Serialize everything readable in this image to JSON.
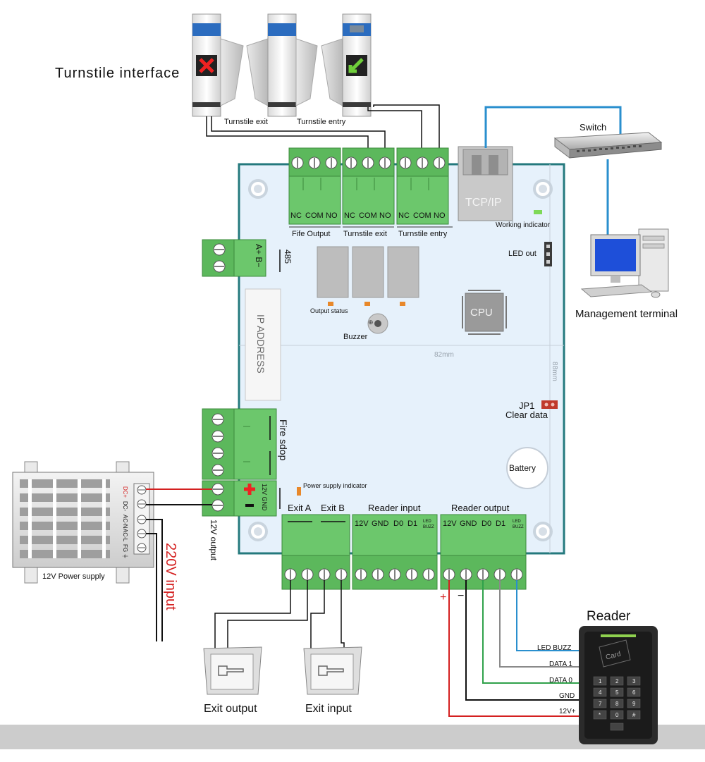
{
  "title": "Turnstile interface",
  "turnstile": {
    "exit_label": "Turnstile exit",
    "entry_label": "Turnstile entry"
  },
  "board": {
    "terminal_labels": [
      "NC",
      "COM",
      "NO"
    ],
    "fire_output_caption": "Fife Output",
    "turnstile_exit_caption": "Turnstile exit",
    "turnstile_entry_caption": "Turnstile entry",
    "tcpip": "TCP/IP",
    "working_indicator": "Working indicator",
    "led_out": "LED out",
    "rs485_pins": "A+ B−",
    "rs485_label": "485",
    "output_status": "Output status",
    "cpu": "CPU",
    "buzzer": "Buzzer",
    "ip_address": "IP ADDRESS",
    "width_dim": "82mm",
    "height_dim": "88mm",
    "jp1": "JP1",
    "clear_data": "Clear data",
    "battery": "Battery",
    "fire_stop": "Fire   sdop",
    "power_pins": "12V  GND",
    "power_indicator": "Power supply indicator",
    "output_12v": "12V output",
    "exit_a": "Exit A",
    "exit_b": "Exit B",
    "reader_input": "Reader input",
    "reader_output": "Reader output",
    "reader_pins": [
      "12V",
      "GND",
      "D0",
      "D1"
    ],
    "led_buzz": [
      "LED",
      "BUZZ"
    ]
  },
  "network": {
    "switch": "Switch",
    "management_terminal": "Management terminal"
  },
  "power_supply": {
    "label": "12V Power supply",
    "terminals": [
      "DC+",
      "DC-",
      "AC-N",
      "AC-L",
      "FG",
      "⏚"
    ],
    "input": "220V input"
  },
  "exit_devices": {
    "exit_output": "Exit output",
    "exit_input": "Exit input"
  },
  "reader": {
    "title": "Reader",
    "card": "Card",
    "wires": [
      "LED BUZZ",
      "DATA 1",
      "DATA 0",
      "GND",
      "12V+"
    ],
    "keys": [
      "1",
      "2",
      "3",
      "4",
      "5",
      "6",
      "7",
      "8",
      "9",
      "*",
      "0",
      "#"
    ]
  },
  "colors": {
    "board_fill": "#e6f1fb",
    "board_border": "#24797d",
    "terminal_green": "#5cb85c",
    "lan_blue": "#2a8fce",
    "wire_red": "#d42020",
    "wire_green": "#2fa14a"
  }
}
